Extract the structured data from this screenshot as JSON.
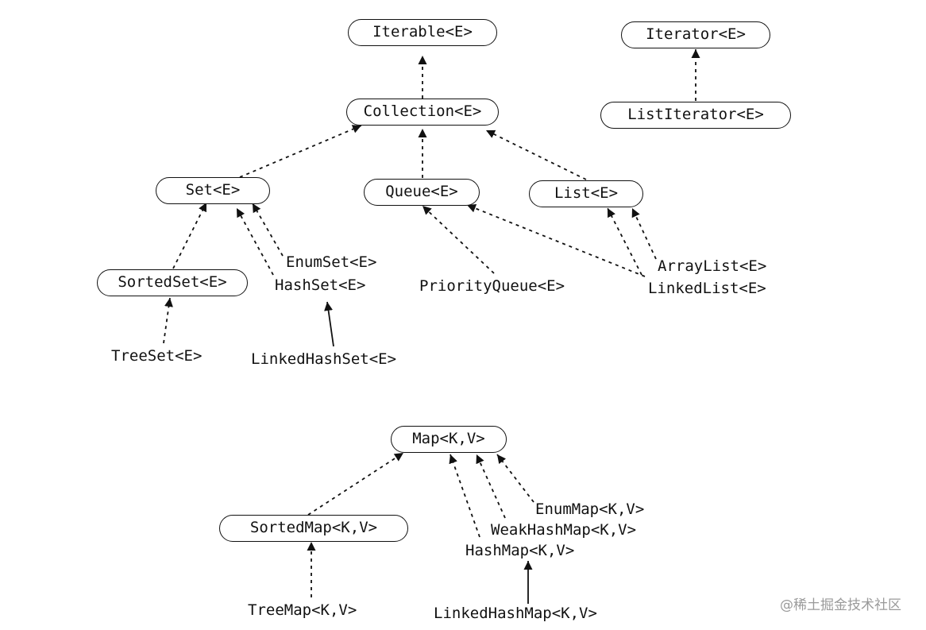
{
  "interfaces": {
    "iterable": "Iterable<E>",
    "iterator": "Iterator<E>",
    "collection": "Collection<E>",
    "list_iterator": "ListIterator<E>",
    "set": "Set<E>",
    "queue": "Queue<E>",
    "list": "List<E>",
    "sorted_set": "SortedSet<E>",
    "map": "Map<K,V>",
    "sorted_map": "SortedMap<K,V>"
  },
  "classes": {
    "enum_set": "EnumSet<E>",
    "hash_set": "HashSet<E>",
    "tree_set": "TreeSet<E>",
    "linked_hash_set": "LinkedHashSet<E>",
    "priority_queue": "PriorityQueue<E>",
    "array_list": "ArrayList<E>",
    "linked_list": "LinkedList<E>",
    "enum_map": "EnumMap<K,V>",
    "weak_hash_map": "WeakHashMap<K,V>",
    "hash_map": "HashMap<K,V>",
    "tree_map": "TreeMap<K,V>",
    "linked_hash_map": "LinkedHashMap<K,V>"
  },
  "watermark": "@稀土掘金技术社区",
  "colors": {
    "ink": "#111111",
    "watermark": "#9a9a9a"
  }
}
